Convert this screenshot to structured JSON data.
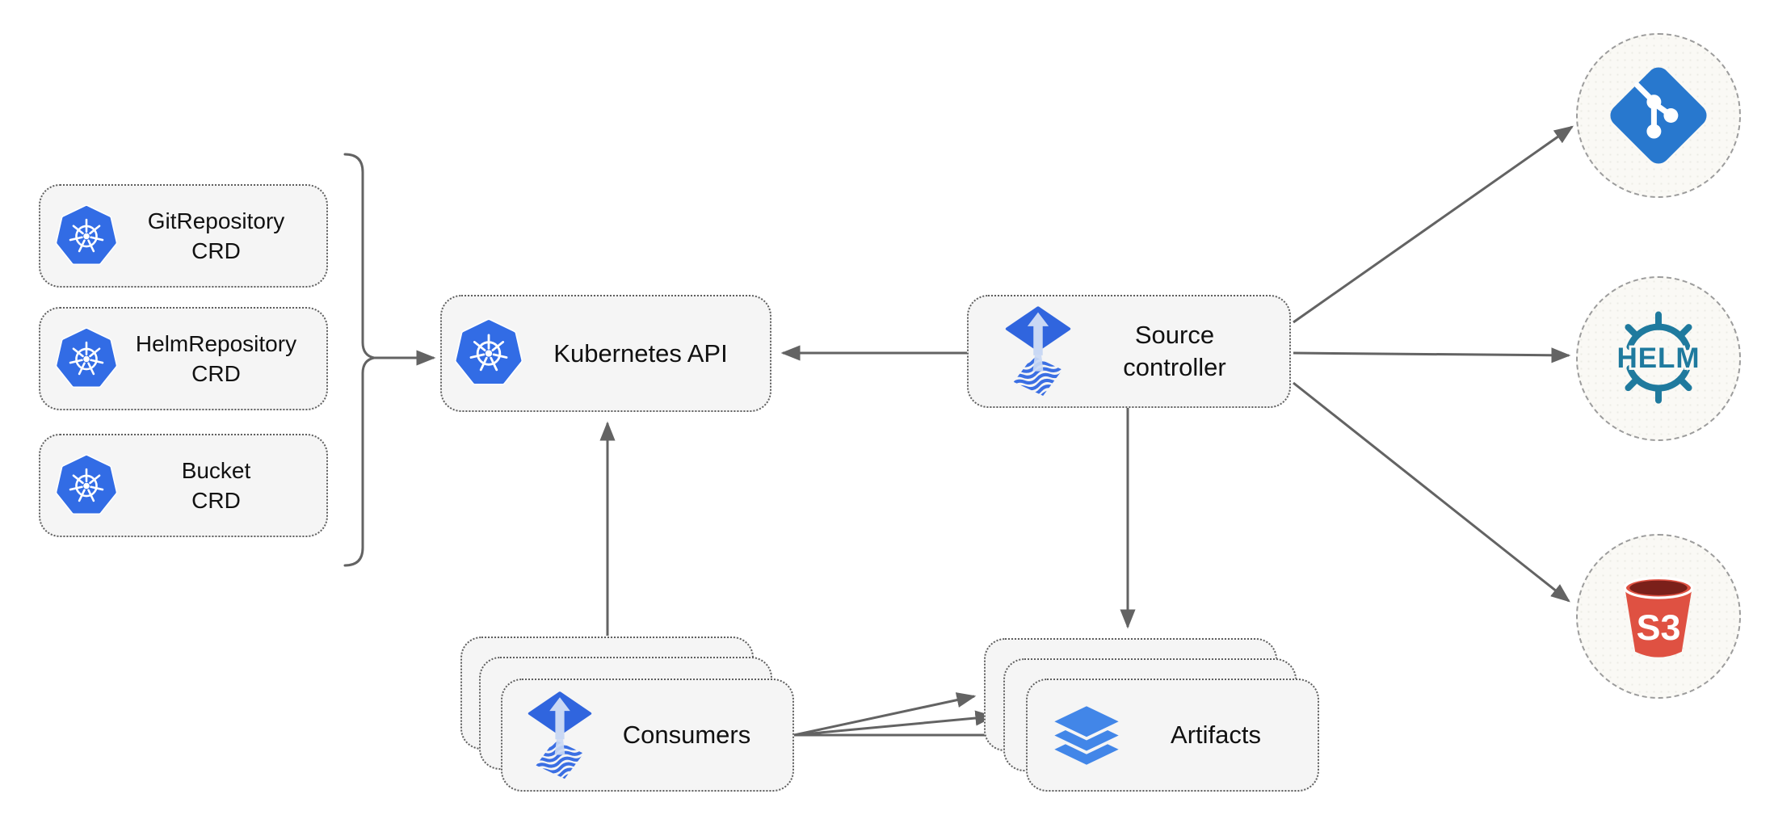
{
  "colors": {
    "kubernetes_blue": "#326CE5",
    "flux_blue": "#3065DE",
    "flux_arrow_light": "#C9D8F4",
    "flux_wave_blue": "#3B6FE3",
    "git_blue": "#2878CE",
    "helm_teal": "#1F7A9E",
    "s3_red": "#DF5142",
    "s3_dark_red": "#7B201A",
    "layers_blue": "#4286E8",
    "connector_gray": "#636363",
    "node_fill": "#F5F5F5",
    "node_border": "#5F5F5F",
    "circle_fill": "#FAF9F5",
    "circle_border": "#9C9C9C",
    "label_color": "#111111"
  },
  "icons": {
    "kubernetes": "kubernetes-icon",
    "flux": "flux-icon",
    "git": "git-icon",
    "helm": "helm-icon",
    "s3": "s3-bucket-icon",
    "artifacts": "layers-icon"
  },
  "nodes": {
    "crd_boxes": [
      {
        "id": "gitrepository-crd",
        "line1": "GitRepository",
        "line2": "CRD"
      },
      {
        "id": "helmrepository-crd",
        "line1": "HelmRepository",
        "line2": "CRD"
      },
      {
        "id": "bucket-crd",
        "line1": "Bucket",
        "line2": "CRD"
      }
    ],
    "kubernetes_api": {
      "label": "Kubernetes API"
    },
    "source_controller": {
      "line1": "Source",
      "line2": "controller"
    },
    "consumers": {
      "label": "Consumers"
    },
    "artifacts": {
      "label": "Artifacts"
    },
    "external_sources": {
      "git": {
        "name": "git"
      },
      "helm": {
        "name": "helm",
        "text": "HELM"
      },
      "s3": {
        "name": "s3",
        "text": "S3"
      }
    }
  },
  "edges": [
    {
      "from": "crd-bracket",
      "to": "kubernetes-api"
    },
    {
      "from": "source-controller",
      "to": "kubernetes-api"
    },
    {
      "from": "consumers",
      "to": "kubernetes-api"
    },
    {
      "from": "source-controller",
      "to": "artifacts"
    },
    {
      "from": "source-controller",
      "to": "git"
    },
    {
      "from": "source-controller",
      "to": "helm"
    },
    {
      "from": "source-controller",
      "to": "s3"
    },
    {
      "from": "consumers",
      "to": "artifacts"
    },
    {
      "from": "consumers",
      "to": "artifacts"
    },
    {
      "from": "consumers",
      "to": "artifacts"
    }
  ]
}
